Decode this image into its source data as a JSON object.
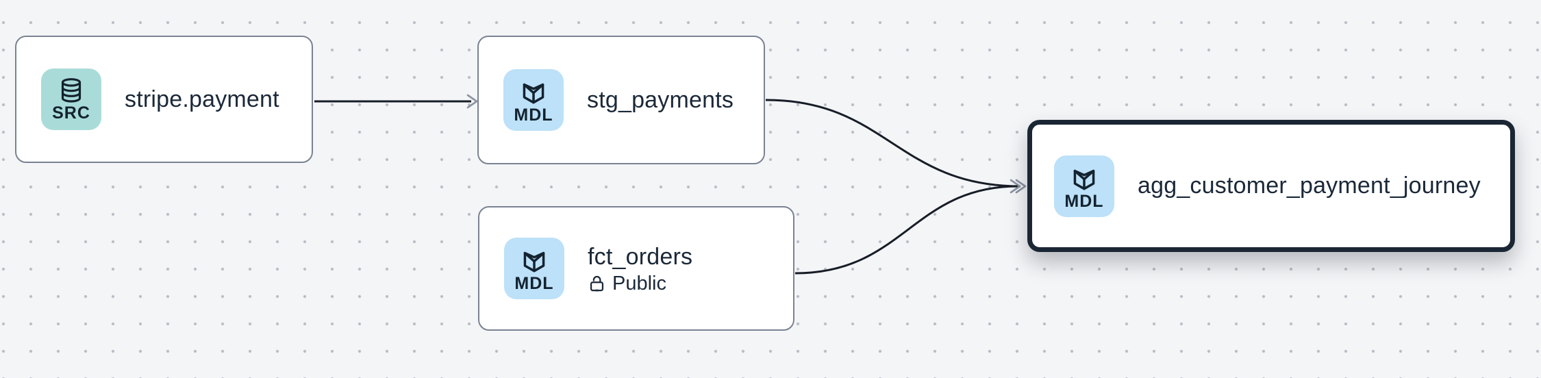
{
  "diagram": {
    "kind": "data-lineage-graph",
    "colors": {
      "canvas_background": "#f4f5f7",
      "grid_dot": "#b7bbc4",
      "node_background": "#ffffff",
      "node_border": "#7a8292",
      "selected_node_border": "#1b2634",
      "edge_line": "#171d27",
      "arrowhead": "#8b93a1",
      "source_badge_background": "#a9dcd8",
      "model_badge_background": "#bce1f8",
      "text": "#1b2838"
    },
    "nodes": [
      {
        "id": "stripe.payment",
        "title": "stripe.payment",
        "type": "source",
        "badge": {
          "label": "SRC",
          "icon": "database-icon"
        },
        "selected": false
      },
      {
        "id": "stg_payments",
        "title": "stg_payments",
        "type": "model",
        "badge": {
          "label": "MDL",
          "icon": "cube-icon"
        },
        "selected": false
      },
      {
        "id": "fct_orders",
        "title": "fct_orders",
        "type": "model",
        "badge": {
          "label": "MDL",
          "icon": "cube-icon"
        },
        "access": {
          "label": "Public",
          "icon": "unlock-icon"
        },
        "selected": false
      },
      {
        "id": "agg_customer_payment_journey",
        "title": "agg_customer_payment_journey",
        "type": "model",
        "badge": {
          "label": "MDL",
          "icon": "cube-icon"
        },
        "selected": true
      }
    ],
    "edges": [
      {
        "from": "stripe.payment",
        "to": "stg_payments"
      },
      {
        "from": "stg_payments",
        "to": "agg_customer_payment_journey"
      },
      {
        "from": "fct_orders",
        "to": "agg_customer_payment_journey"
      }
    ]
  }
}
